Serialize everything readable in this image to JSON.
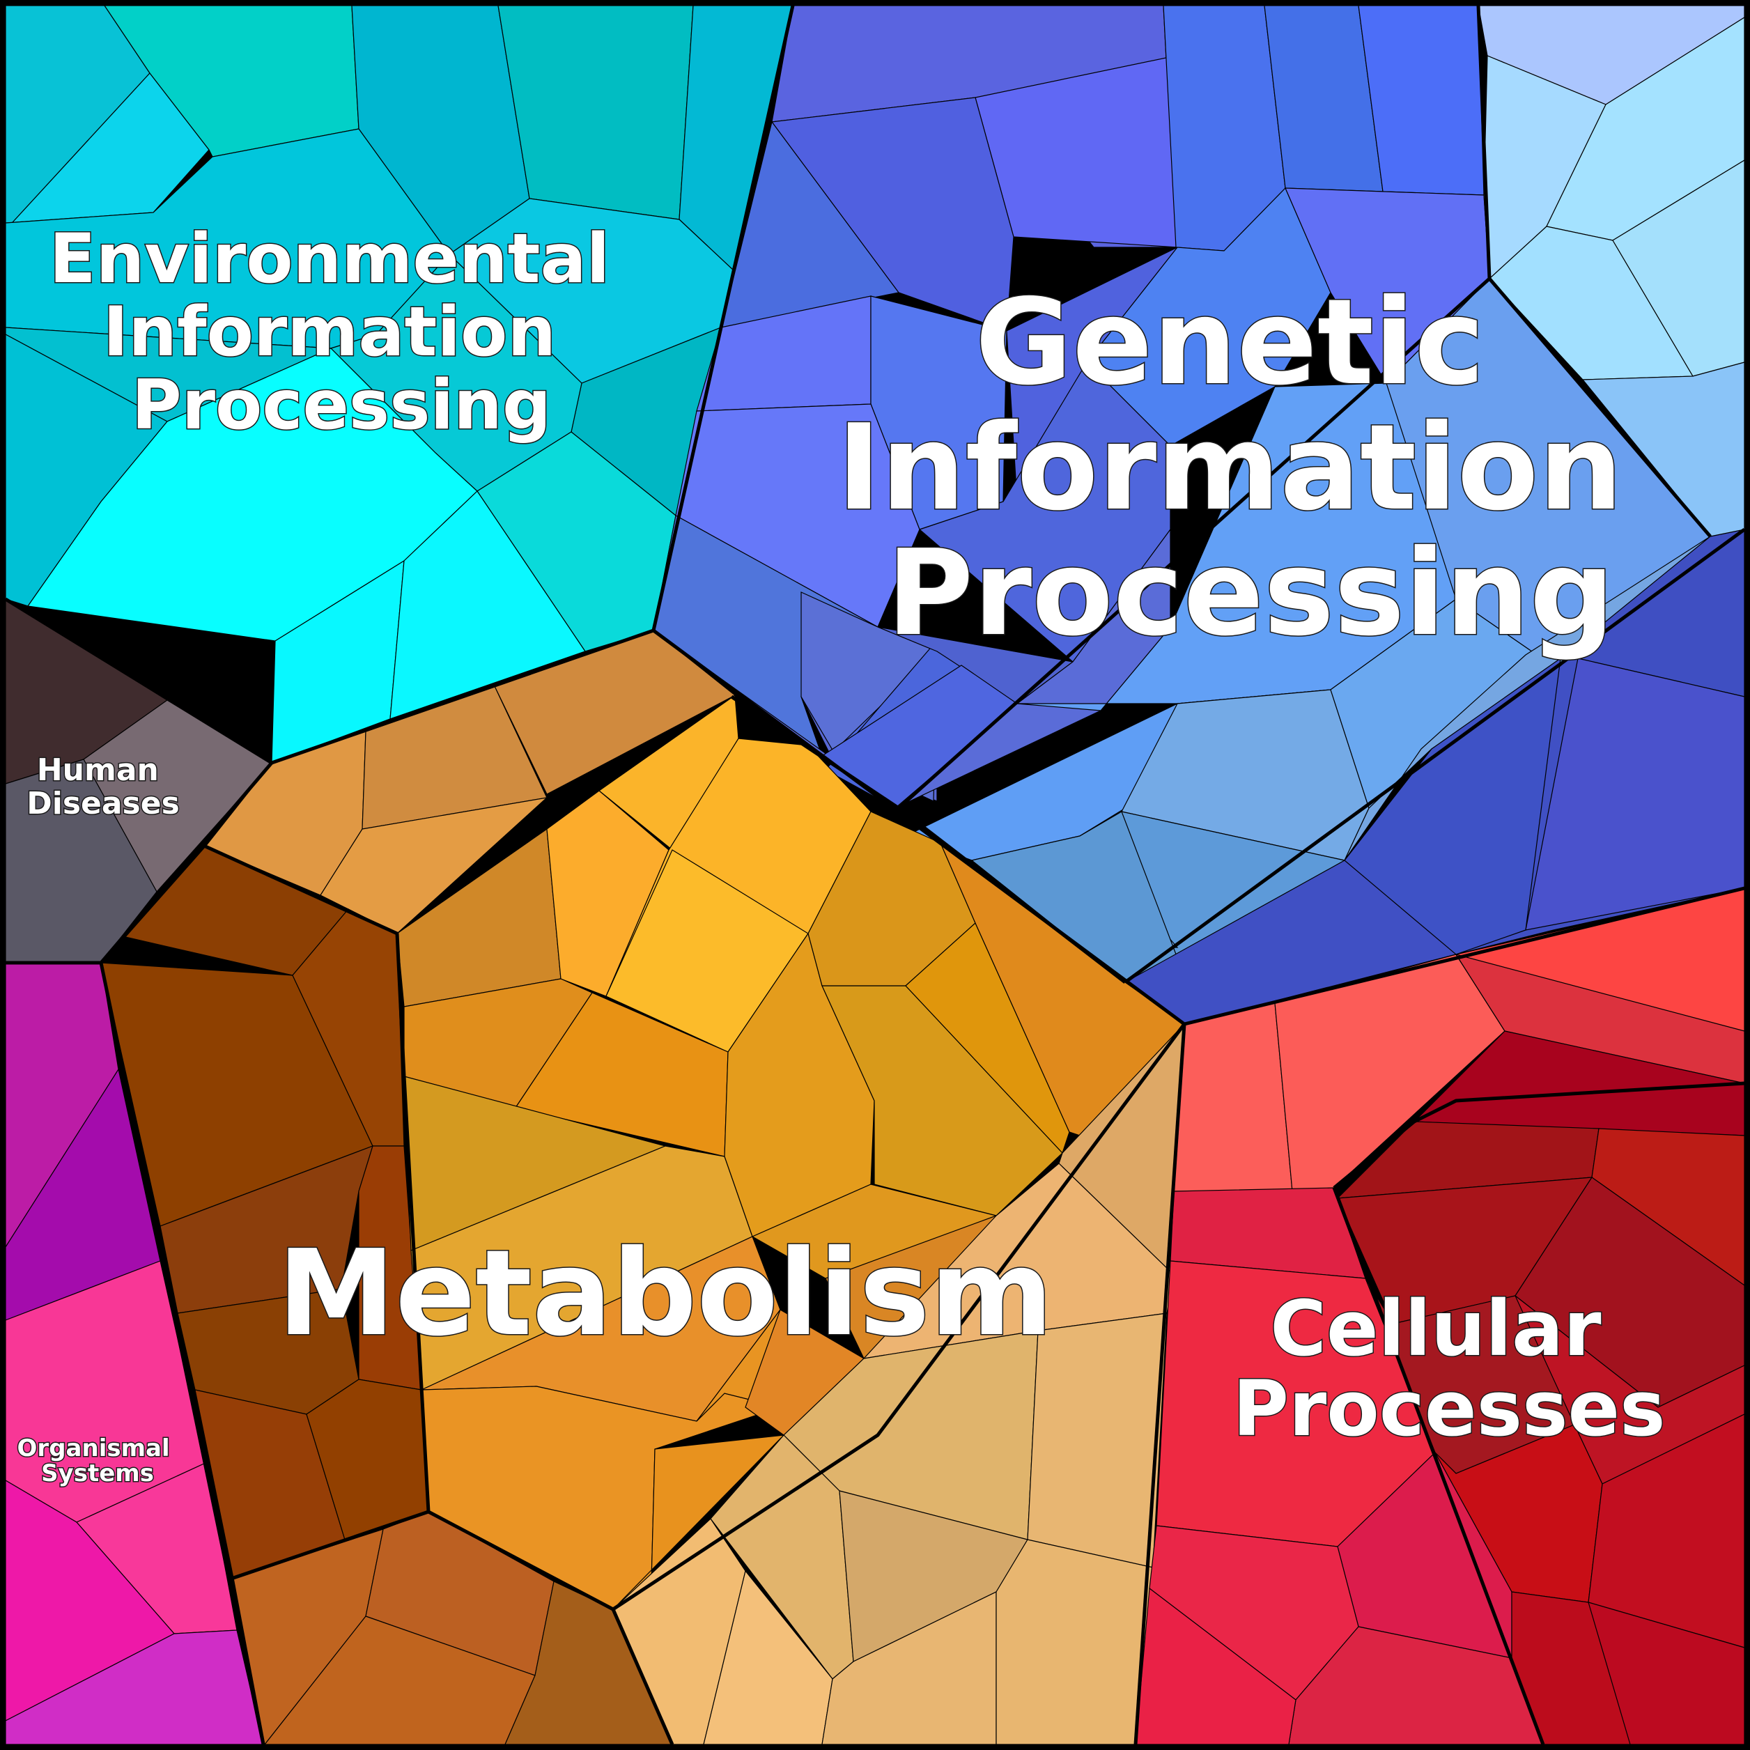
{
  "categories": [
    {
      "id": "environmental",
      "label_lines": [
        "Environmental",
        "Information",
        "Processing"
      ],
      "color": "#0ac8dd"
    },
    {
      "id": "genetic",
      "label_lines": [
        "Genetic",
        "Information",
        "Processing"
      ],
      "color": "#5a72e6"
    },
    {
      "id": "human-diseases",
      "label_lines": [
        "Human",
        "Diseases"
      ],
      "color": "#5a5866"
    },
    {
      "id": "metabolism",
      "label_lines": [
        "Metabolism"
      ],
      "color": "#e59a2a"
    },
    {
      "id": "cellular",
      "label_lines": [
        "Cellular",
        "Processes"
      ],
      "color": "#d42a3a"
    },
    {
      "id": "organismal",
      "label_lines": [
        "Organismal",
        "Systems"
      ],
      "color": "#d62aa8"
    }
  ]
}
